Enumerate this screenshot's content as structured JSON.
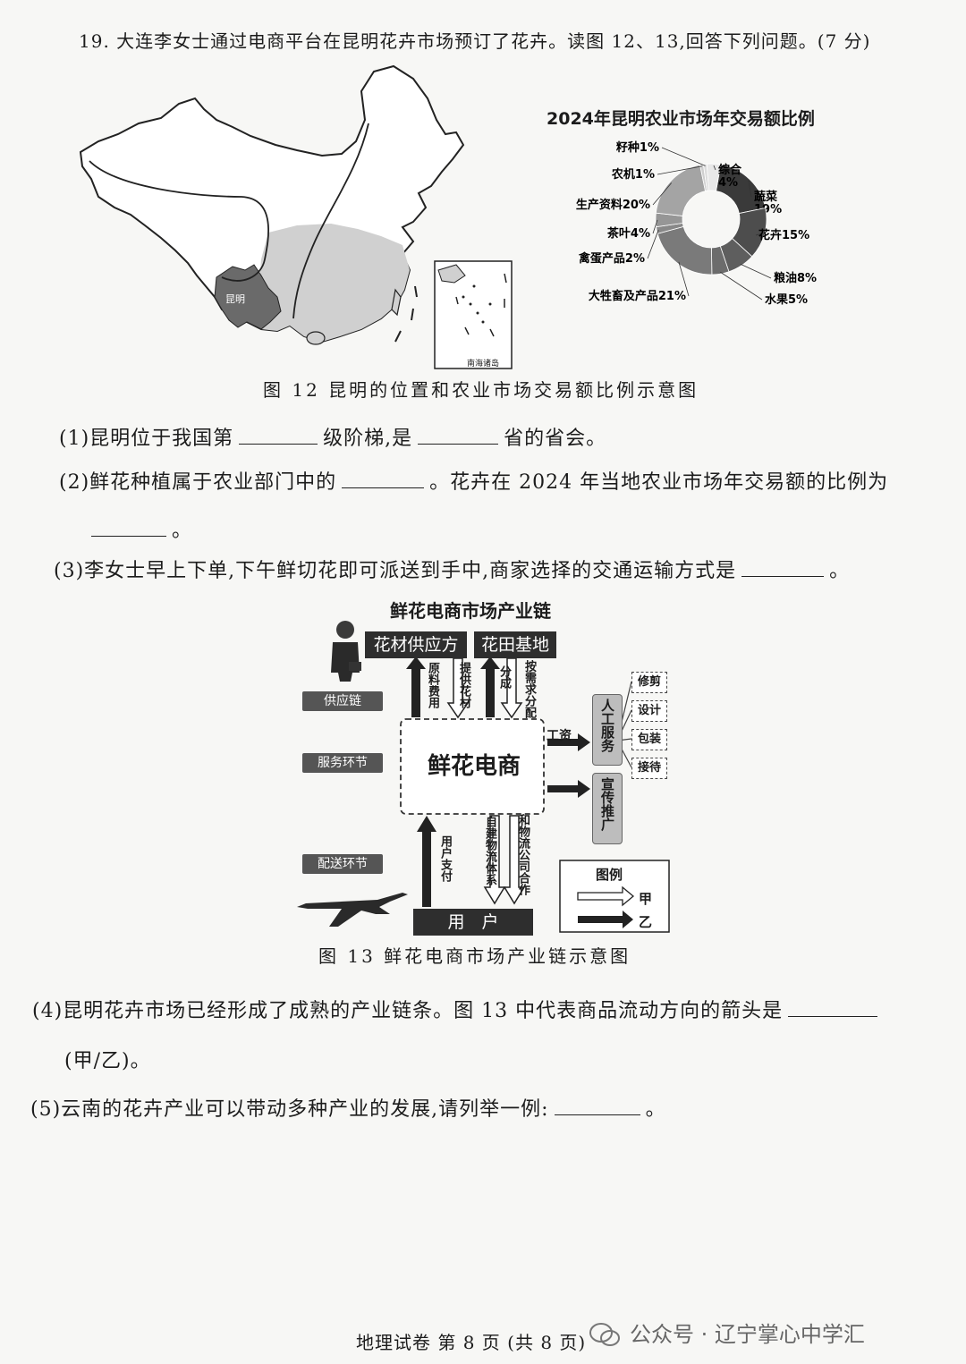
{
  "question": {
    "intro": "19. 大连李女士通过电商平台在昆明花卉市场预订了花卉。读图 12、13,回答下列问题。(7 分)",
    "q1_a": "(1)昆明位于我国第",
    "q1_b": "级阶梯,是",
    "q1_c": "省的省会。",
    "q2_a": "(2)鲜花种植属于农业部门中的",
    "q2_b": "。花卉在 2024 年当地农业市场年交易额的比例为",
    "q2_c": "。",
    "q3_a": "(3)李女士早上下单,下午鲜切花即可派送到手中,商家选择的交通运输方式是",
    "q3_b": "。",
    "q4_a": "(4)昆明花卉市场已经形成了成熟的产业链条。图 13 中代表商品流动方向的箭头是",
    "q4_b": "(甲/乙)。",
    "q5_a": "(5)云南的花卉产业可以带动多种产业的发展,请列举一例:",
    "q5_b": "。"
  },
  "figure12": {
    "map": {
      "city_label": "昆明",
      "inset_label": "南海诸岛"
    },
    "caption": "图 12  昆明的位置和农业市场交易额比例示意图"
  },
  "chart_data": {
    "type": "pie",
    "title": "2024年昆明农业市场年交易额比例",
    "categories": [
      "蔬菜",
      "花卉",
      "粮油",
      "水果",
      "大牲畜及产品",
      "禽蛋产品",
      "茶叶",
      "生产资料",
      "农机",
      "籽种",
      "综合"
    ],
    "values": [
      19,
      15,
      8,
      5,
      21,
      2,
      4,
      20,
      1,
      1,
      4
    ],
    "labels": [
      "蔬菜\n19%",
      "花卉15%",
      "粮油8%",
      "水果5%",
      "大牲畜及产品21%",
      "禽蛋产品2%",
      "茶叶4%",
      "生产资料20%",
      "农机1%",
      "籽种1%",
      "综合\n4%"
    ],
    "style": "donut",
    "colors": [
      "#3a3a3a",
      "#4d4d4d",
      "#5e5e5e",
      "#6c6c6c",
      "#7a7a7a",
      "#888888",
      "#969696",
      "#a4a4a4",
      "#cfcfcf",
      "#dcdcdc",
      "#e8e8e8"
    ]
  },
  "figure13": {
    "title": "鲜花电商市场产业链",
    "supplier": "花材供应方",
    "farm": "花田基地",
    "center": "鲜花电商",
    "user": "用　户",
    "stages": [
      "供应链",
      "服务环节",
      "配送环节"
    ],
    "arrow_labels": {
      "raw_cost": "原料费用",
      "provide": "提供花材",
      "share": "分成",
      "distribute": "按需求分配",
      "wage": "工资",
      "pay": "用户支付",
      "self_logistics": "自建物流体系",
      "partner_logistics": "和物流公司合作"
    },
    "manual_service": "人工服务",
    "service_items": [
      "修剪",
      "设计",
      "包装",
      "接待"
    ],
    "promotion": "宣传推广",
    "legend": {
      "title": "图例",
      "hollow": "甲",
      "solid": "乙"
    },
    "caption": "图 13  鲜花电商市场产业链示意图"
  },
  "footer": {
    "text": "地理试卷  第 8 页  (共 8 页)",
    "watermark": "公众号 · 辽宁掌心中学汇"
  }
}
